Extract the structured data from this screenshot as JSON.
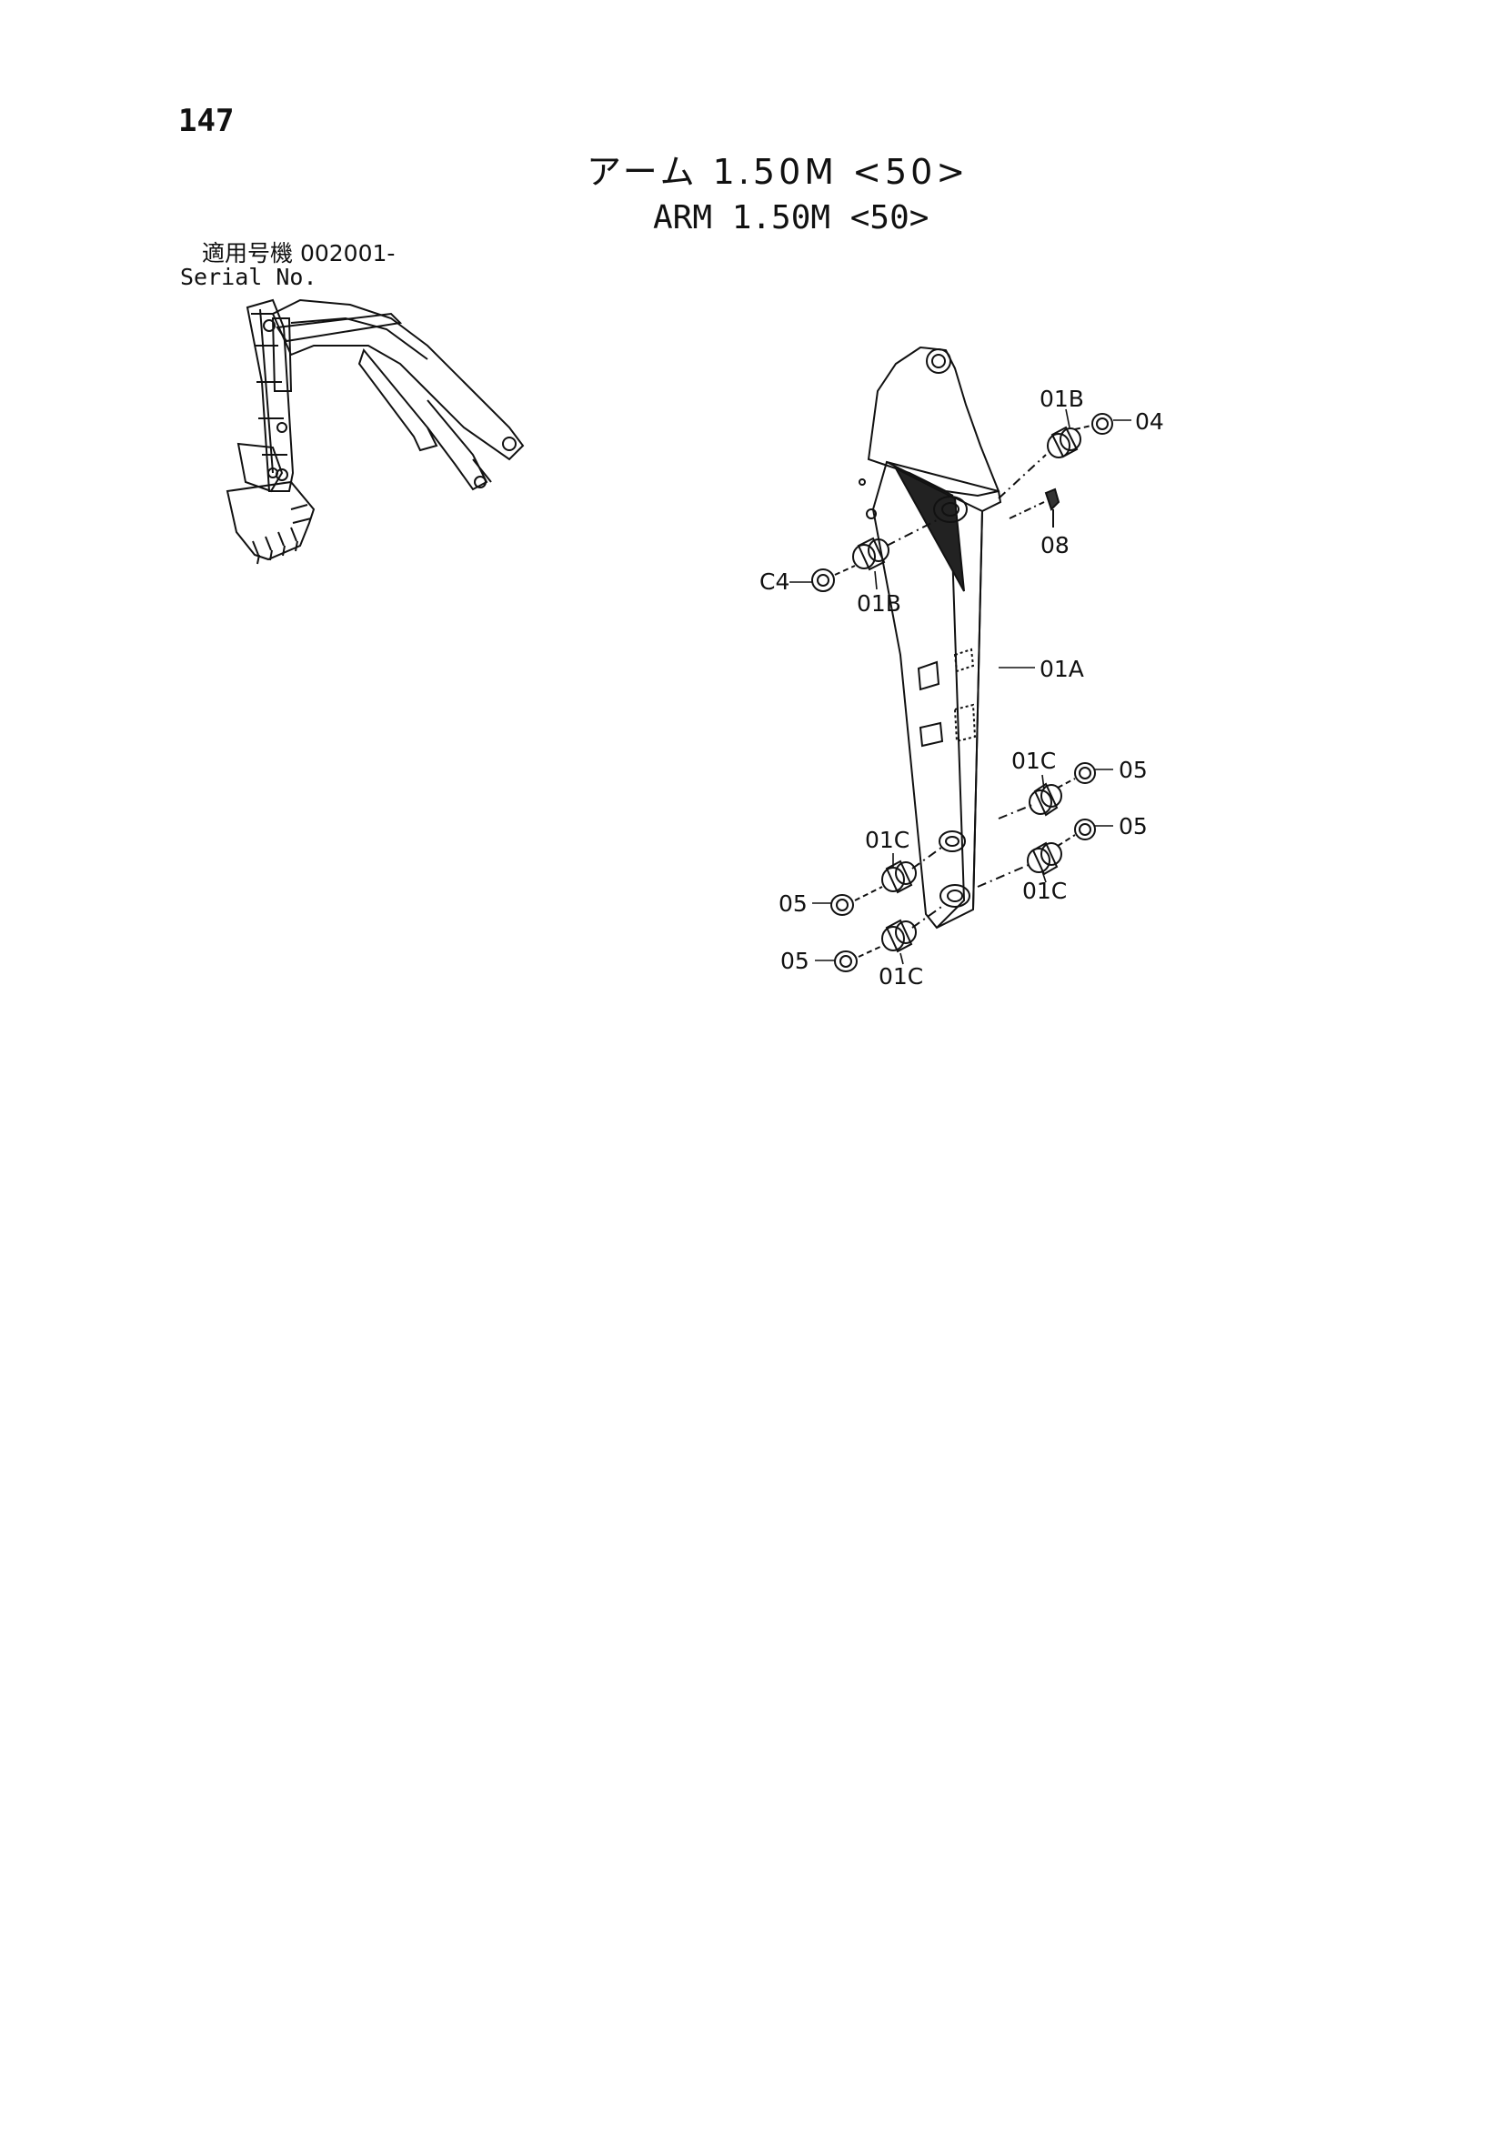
{
  "page": {
    "number": "147"
  },
  "title": {
    "japanese": "アーム 1.50M <50>",
    "english": "ARM 1.50M <50>"
  },
  "serial": {
    "japanese_label": "適用号機 002001-",
    "english_label": "Serial No."
  },
  "callouts": {
    "b_top": "01B",
    "ring_top": "04",
    "grease_fitting": "08",
    "ring_left": "C4",
    "b_left": "01B",
    "arm_body": "01A",
    "c_right_upper": "01C",
    "ring_right_upper": "05",
    "ring_right_lower": "05",
    "c_right_lower": "01C",
    "c_left_upper": "01C",
    "ring_left_upper": "05",
    "ring_left_lower": "05",
    "c_left_lower": "01C"
  }
}
